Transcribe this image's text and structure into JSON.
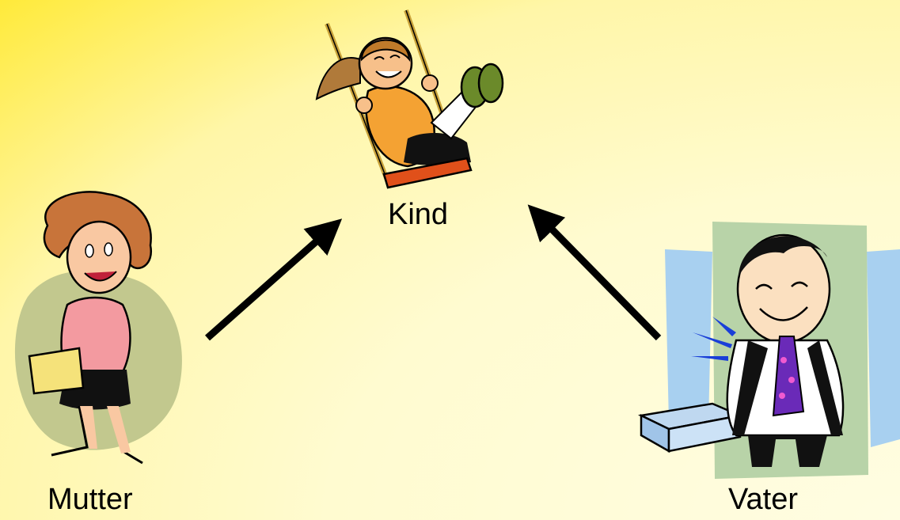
{
  "diagram": {
    "nodes": {
      "child": {
        "label": "Kind",
        "icon": "child-on-swing-icon"
      },
      "mother": {
        "label": "Mutter",
        "icon": "woman-with-folder-icon"
      },
      "father": {
        "label": "Vater",
        "icon": "man-with-tie-icon"
      }
    },
    "edges": [
      {
        "from": "mother",
        "to": "child"
      },
      {
        "from": "father",
        "to": "child"
      }
    ]
  }
}
